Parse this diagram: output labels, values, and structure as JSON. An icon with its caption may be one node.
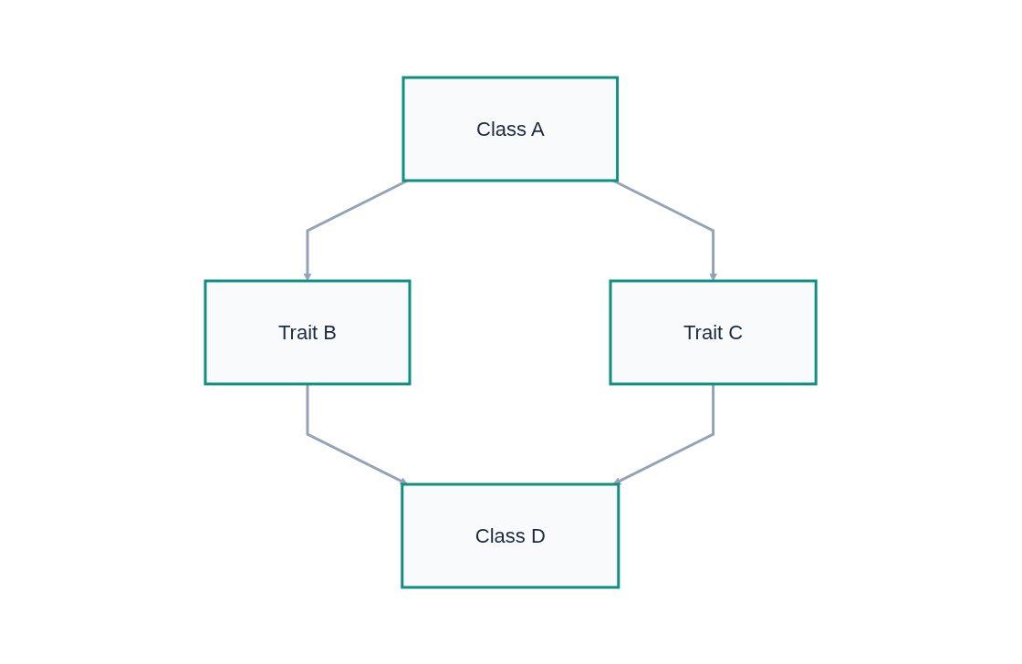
{
  "diagram": {
    "nodes": [
      {
        "text": [
          "Class A"
        ]
      },
      {
        "text": [
          "Trait B"
        ]
      },
      {
        "text": [
          "Trait C"
        ]
      },
      {
        "text": [
          "Class D"
        ]
      }
    ],
    "edges": [
      {
        "from": 0,
        "to": 1,
        "arrow": "to"
      },
      {
        "from": 0,
        "to": 2,
        "arrow": "to"
      },
      {
        "from": 1,
        "to": 3,
        "arrow": "to"
      },
      {
        "from": 2,
        "to": 3,
        "arrow": "to"
      }
    ]
  }
}
